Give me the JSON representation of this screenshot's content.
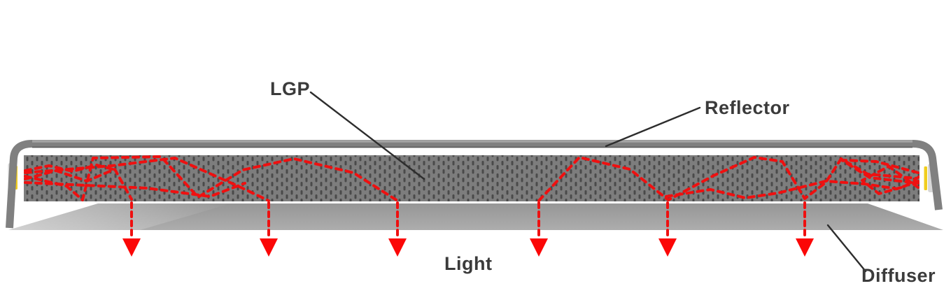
{
  "labels": {
    "lgp": "LGP",
    "reflector": "Reflector",
    "light": "Light",
    "diffuser": "Diffuser"
  },
  "colors": {
    "ray": "#ef1010",
    "arrow": "#fb0707",
    "led_emitter": "#f0cd1e",
    "lgp_base": "#7d7d7d",
    "lgp_dot": "#4a4a4a",
    "frame": "#808080",
    "leader_line": "#2d2d2d",
    "label_text": "#3b3b3b"
  }
}
